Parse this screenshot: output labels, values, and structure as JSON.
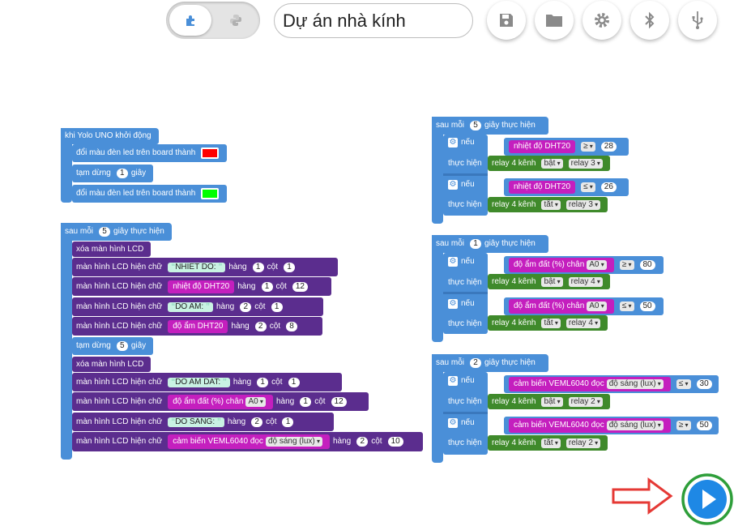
{
  "project_name": "Dự án nhà kính",
  "toolbar": {
    "save": "save-icon",
    "open": "folder-icon",
    "settings": "gear-icon",
    "bluetooth": "bluetooth-icon",
    "usb": "usb-icon"
  },
  "mode_toggle": {
    "blocks": "puzzle-icon",
    "python": "python-icon"
  },
  "startup": {
    "header": "khi Yolo UNO khởi động",
    "led1_label": "đổi màu đèn led trên board thành",
    "led1_color": "#ff0000",
    "wait_label": "tạm dừng",
    "wait_value": "1",
    "wait_unit": "giây",
    "led2_label": "đổi màu đèn led trên board thành",
    "led2_color": "#00ff00"
  },
  "lcd_loop": {
    "every": "sau mỗi",
    "seconds": "5",
    "do": "giây thực hiện",
    "clear1": "xóa màn hình LCD",
    "show": "màn hình LCD hiện chữ",
    "row": "hàng",
    "col": "cột",
    "r1_text": "NHIET DO:",
    "r1_row": "1",
    "r1_col": "1",
    "r2_sensor": "nhiệt độ DHT20",
    "r2_row": "1",
    "r2_col": "12",
    "r3_text": "DO AM:",
    "r3_row": "2",
    "r3_col": "1",
    "r4_sensor": "độ ẩm DHT20",
    "r4_row": "2",
    "r4_col": "8",
    "wait_label": "tạm dừng",
    "wait_value": "5",
    "wait_unit": "giây",
    "clear2": "xóa màn hình LCD",
    "r5_text": "DO AM DAT:",
    "r5_row": "1",
    "r5_col": "1",
    "r6_sensor": "độ ẩm đất (%) chân",
    "r6_pin": "A0",
    "r6_row": "1",
    "r6_col": "12",
    "r7_text": "DO SANG:",
    "r7_row": "2",
    "r7_col": "1",
    "r8_sensor": "cảm biến VEML6040 đọc",
    "r8_mode": "độ sáng (lux)",
    "r8_row": "2",
    "r8_col": "10"
  },
  "loop_temp": {
    "every": "sau mỗi",
    "seconds": "5",
    "do": "giây thực hiện",
    "if": "nếu",
    "then": "thực hiện",
    "c1_sensor": "nhiệt độ DHT20",
    "c1_op": "≥",
    "c1_val": "28",
    "a1_block": "relay 4 kênh",
    "a1_state": "bật",
    "a1_relay": "relay 3",
    "c2_sensor": "nhiệt độ DHT20",
    "c2_op": "≤",
    "c2_val": "26",
    "a2_block": "relay 4 kênh",
    "a2_state": "tắt",
    "a2_relay": "relay 3"
  },
  "loop_soil": {
    "every": "sau mỗi",
    "seconds": "1",
    "do": "giây thực hiện",
    "if": "nếu",
    "then": "thực hiện",
    "c1_sensor": "độ ẩm đất (%) chân",
    "c1_pin": "A0",
    "c1_op": "≥",
    "c1_val": "80",
    "a1_block": "relay 4 kênh",
    "a1_state": "bật",
    "a1_relay": "relay 4",
    "c2_sensor": "độ ẩm đất (%) chân",
    "c2_pin": "A0",
    "c2_op": "≤",
    "c2_val": "50",
    "a2_block": "relay 4 kênh",
    "a2_state": "tắt",
    "a2_relay": "relay 4"
  },
  "loop_light": {
    "every": "sau mỗi",
    "seconds": "2",
    "do": "giây thực hiện",
    "if": "nếu",
    "then": "thực hiện",
    "c1_sensor": "cảm biến VEML6040 đọc",
    "c1_mode": "độ sáng (lux)",
    "c1_op": "≤",
    "c1_val": "30",
    "a1_block": "relay 4 kênh",
    "a1_state": "bật",
    "a1_relay": "relay 2",
    "c2_sensor": "cảm biến VEML6040 đọc",
    "c2_mode": "độ sáng (lux)",
    "c2_op": "≥",
    "c2_val": "50",
    "a2_block": "relay 4 kênh",
    "a2_state": "tắt",
    "a2_relay": "relay 2"
  },
  "run_button": "play-icon",
  "colors": {
    "event": "#4a8fd8",
    "lcd": "#5b2d8e",
    "relay": "#3f8a2b",
    "sensor": "#c41fbe",
    "annotation": "#e53935",
    "run_ring": "#2e9e3a"
  }
}
